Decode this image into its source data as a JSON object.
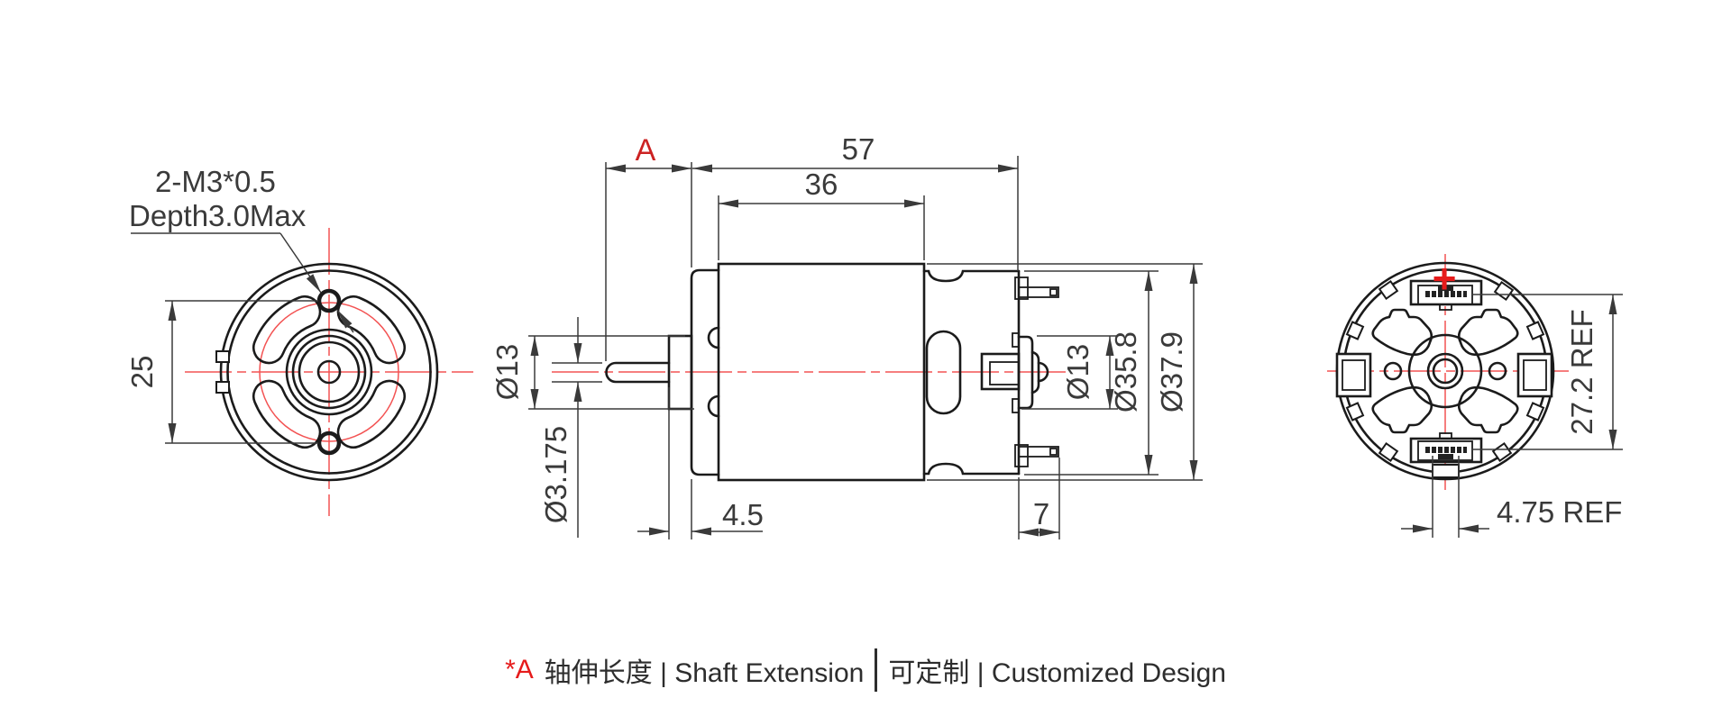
{
  "drawing": {
    "front_view": {
      "label_line1": "2-M3*0.5",
      "label_line2": "Depth3.0Max",
      "dim_hole_spacing": "25"
    },
    "side_view": {
      "dim_shaft_extension": "A",
      "dim_overall_length": "57",
      "dim_can_length": "36",
      "dim_front_boss_dia": "Ø13",
      "dim_shaft_dia": "Ø3.175",
      "dim_boss_protrusion": "4.5",
      "dim_terminal_length": "7",
      "dim_rear_boss_dia": "Ø13",
      "dim_endbell_dia": "Ø35.8",
      "dim_body_dia": "Ø37.9"
    },
    "rear_view": {
      "polarity_mark": "+",
      "dim_terminal_spacing": "27.2 REF",
      "dim_terminal_width": "4.75 REF"
    }
  },
  "footer": {
    "note_prefix": "*A",
    "note_shaft": "轴伸长度 | Shaft Extension",
    "note_custom": "可定制 | Customized Design"
  },
  "colors": {
    "accent_red": "#e61b1b",
    "centerline_red": "#f35353",
    "line_black": "#1b1b1b",
    "dim_gray": "#3a3a3a"
  }
}
